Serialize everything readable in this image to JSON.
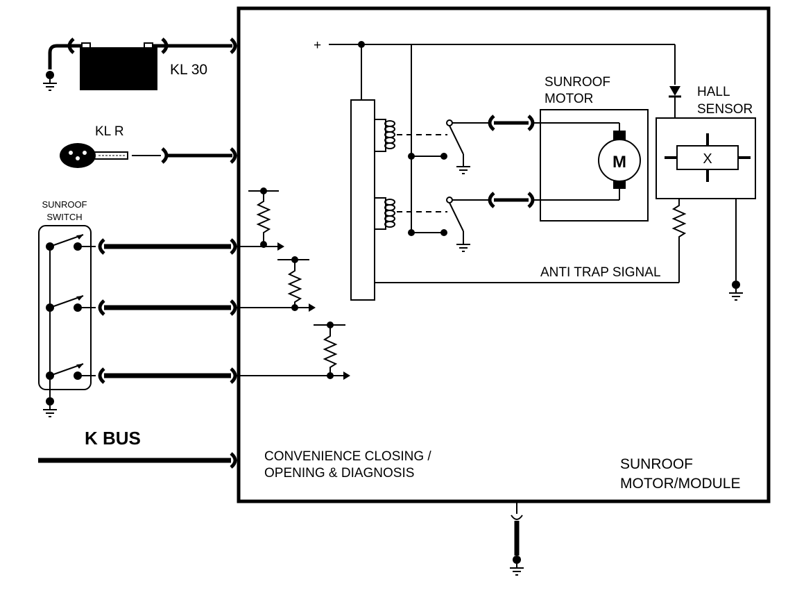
{
  "labels": {
    "kl30": "KL 30",
    "klr": "KL R",
    "switch_line1": "SUNROOF",
    "switch_line2": "SWITCH",
    "kbus": "K BUS",
    "plus": "+",
    "motor_line1": "SUNROOF",
    "motor_line2": "MOTOR",
    "motor_symbol": "M",
    "hall_line1": "HALL",
    "hall_line2": "SENSOR",
    "hall_symbol": "X",
    "anti_trap": "ANTI TRAP SIGNAL",
    "convenience_line1": "CONVENIENCE CLOSING /",
    "convenience_line2": "OPENING & DIAGNOSIS",
    "module_line1": "SUNROOF",
    "module_line2": "MOTOR/MODULE"
  },
  "icons": {
    "battery": "battery-icon",
    "ignition_key": "key-icon",
    "ground": "ground-icon",
    "motor": "motor-icon",
    "diode": "diode-icon",
    "resistor": "resistor-icon",
    "relay_coil": "coil-icon"
  },
  "colors": {
    "line": "#000000",
    "background": "#ffffff"
  }
}
